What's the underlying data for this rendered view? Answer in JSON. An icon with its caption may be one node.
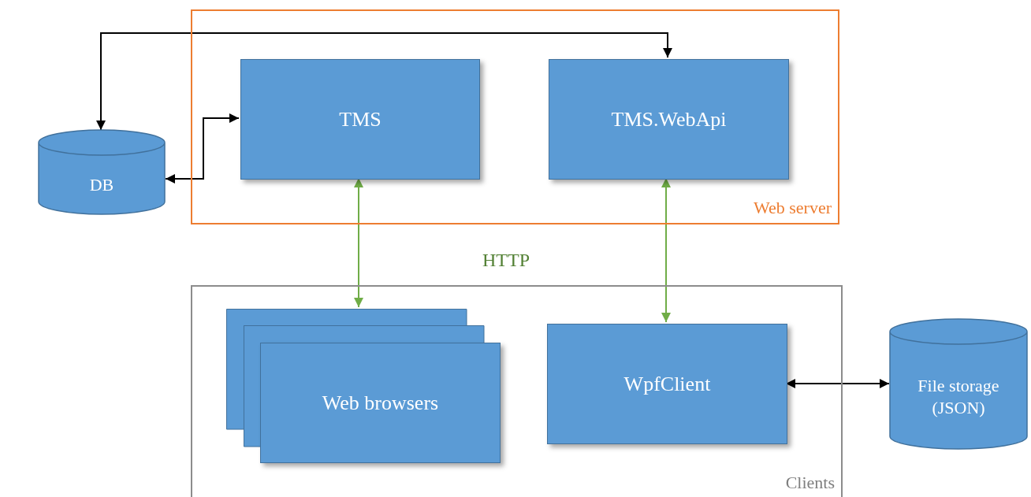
{
  "diagram": {
    "nodes": [
      {
        "text": [
          "Web server"
        ]
      },
      {
        "text": [
          "TMS"
        ],
        "in": 0
      },
      {
        "text": [
          "TMS.WebApi"
        ],
        "in": 0
      },
      {
        "text": [
          "DB"
        ]
      },
      {
        "text": [
          "Clients"
        ]
      },
      {
        "text": [
          "Web browsers"
        ],
        "in": 4
      },
      {
        "text": [
          "WpfClient"
        ],
        "in": 4
      },
      {
        "text": [
          "File storage (JSON)"
        ]
      }
    ],
    "edges": [
      {
        "from": 3,
        "to": 1,
        "arrow": "both"
      },
      {
        "from": 3,
        "to": 2,
        "arrow": "both"
      },
      {
        "from": 1,
        "to": 5,
        "arrow": "both",
        "color": "#70ad47"
      },
      {
        "from": 2,
        "to": 6,
        "arrow": "both",
        "color": "#70ad47"
      },
      {
        "from": 6,
        "to": 7,
        "arrow": "both"
      }
    ],
    "labels": [
      "HTTP"
    ]
  }
}
